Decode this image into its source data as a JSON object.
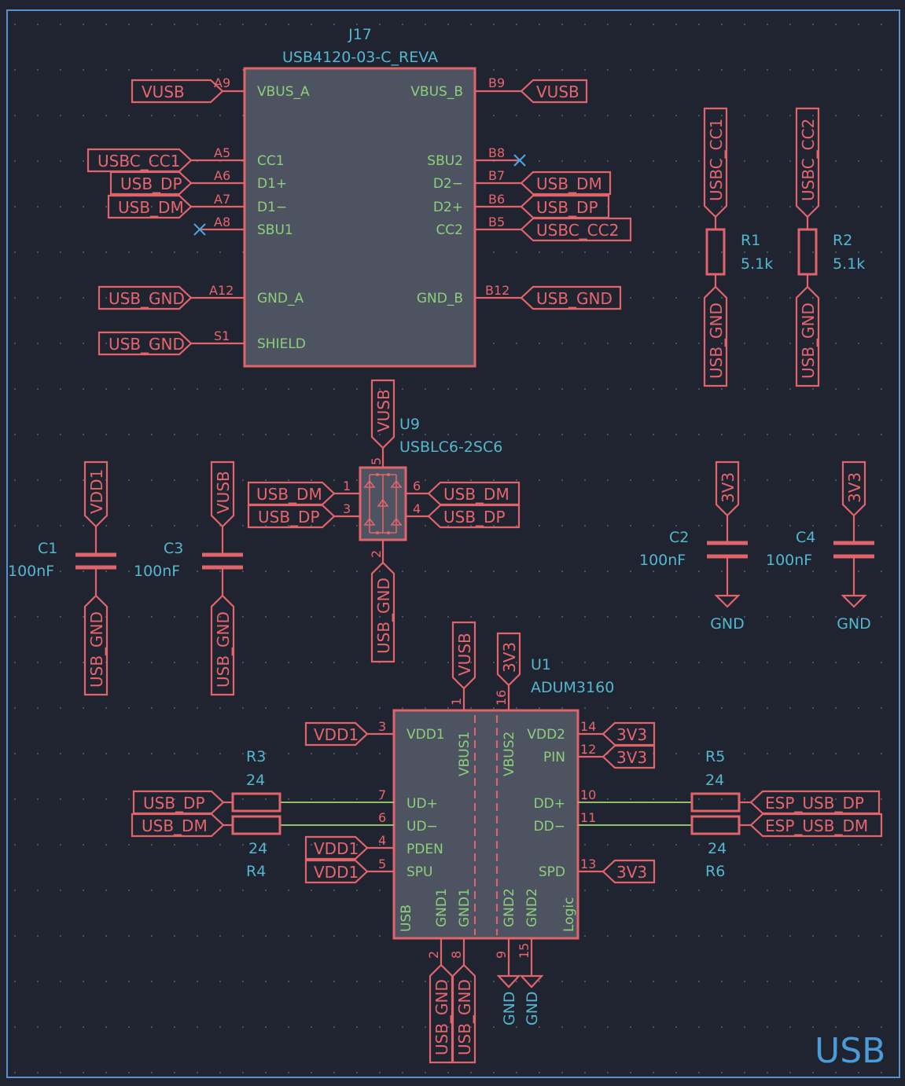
{
  "sheet_title": "USB",
  "j17": {
    "ref": "J17",
    "value": "USB4120-03-C_REVA",
    "pins_left": [
      {
        "num": "A9",
        "name": "VBUS_A",
        "net": "VUSB"
      },
      {
        "num": "A5",
        "name": "CC1",
        "net": "USBC_CC1"
      },
      {
        "num": "A6",
        "name": "D1+",
        "net": "USB_DP"
      },
      {
        "num": "A7",
        "name": "D1−",
        "net": "USB_DM"
      },
      {
        "num": "A8",
        "name": "SBU1",
        "net": ""
      },
      {
        "num": "A12",
        "name": "GND_A",
        "net": "USB_GND"
      },
      {
        "num": "S1",
        "name": "SHIELD",
        "net": "USB_GND"
      }
    ],
    "pins_right": [
      {
        "num": "B9",
        "name": "VBUS_B",
        "net": "VUSB"
      },
      {
        "num": "B8",
        "name": "SBU2",
        "net": ""
      },
      {
        "num": "B7",
        "name": "D2−",
        "net": "USB_DM"
      },
      {
        "num": "B6",
        "name": "D2+",
        "net": "USB_DP"
      },
      {
        "num": "B5",
        "name": "CC2",
        "net": "USBC_CC2"
      },
      {
        "num": "B12",
        "name": "GND_B",
        "net": "USB_GND"
      }
    ]
  },
  "r1": {
    "ref": "R1",
    "value": "5.1k",
    "top_net": "USBC_CC1",
    "bottom_net": "USB_GND"
  },
  "r2": {
    "ref": "R2",
    "value": "5.1k",
    "top_net": "USBC_CC2",
    "bottom_net": "USB_GND"
  },
  "u9": {
    "ref": "U9",
    "value": "USBLC6-2SC6",
    "pin5": "5",
    "pin2": "2",
    "pin1": "1",
    "pin3": "3",
    "pin6": "6",
    "pin4": "4",
    "top_net": "VUSB",
    "bottom_net": "USB_GND",
    "left_nets": [
      "USB_DM",
      "USB_DP"
    ],
    "right_nets": [
      "USB_DM",
      "USB_DP"
    ]
  },
  "c1": {
    "ref": "C1",
    "value": "100nF",
    "top_net": "VDD1",
    "bottom_net": "USB_GND"
  },
  "c3": {
    "ref": "C3",
    "value": "100nF",
    "top_net": "VUSB",
    "bottom_net": "USB_GND"
  },
  "c2": {
    "ref": "C2",
    "value": "100nF",
    "top_net": "3V3",
    "gnd": "GND"
  },
  "c4": {
    "ref": "C4",
    "value": "100nF",
    "top_net": "3V3",
    "gnd": "GND"
  },
  "u1": {
    "ref": "U1",
    "value": "ADUM3160",
    "left_pins": [
      {
        "num": "3",
        "name": "VDD1",
        "net": "VDD1"
      },
      {
        "num": "7",
        "name": "UD+",
        "net": ""
      },
      {
        "num": "6",
        "name": "UD−",
        "net": ""
      },
      {
        "num": "4",
        "name": "PDEN",
        "net": "VDD1"
      },
      {
        "num": "5",
        "name": "SPU",
        "net": "VDD1"
      }
    ],
    "right_pins": [
      {
        "num": "14",
        "name": "VDD2",
        "net": "3V3"
      },
      {
        "num": "12",
        "name": "PIN",
        "net": "3V3"
      },
      {
        "num": "10",
        "name": "DD+",
        "net": ""
      },
      {
        "num": "11",
        "name": "DD−",
        "net": ""
      },
      {
        "num": "13",
        "name": "SPD",
        "net": "3V3"
      }
    ],
    "top_pins": [
      {
        "num": "1",
        "name": "VBUS1",
        "net": "VUSB"
      },
      {
        "num": "16",
        "name": "VBUS2",
        "net": "3V3"
      }
    ],
    "bottom_pins": [
      {
        "num": "2",
        "name": "GND1",
        "net": "USB_GND"
      },
      {
        "num": "8",
        "name": "GND1",
        "net": "USB_GND"
      },
      {
        "num": "9",
        "name": "GND2",
        "net": "GND"
      },
      {
        "num": "15",
        "name": "GND2",
        "net": "GND"
      }
    ],
    "side_left": "USB",
    "side_right": "Logic"
  },
  "r3": {
    "ref": "R3",
    "value": "24",
    "net": "USB_DP"
  },
  "r4": {
    "ref": "R4",
    "value": "24",
    "net": "USB_DM"
  },
  "r5": {
    "ref": "R5",
    "value": "24",
    "net": "ESP_USB_DP"
  },
  "r6": {
    "ref": "R6",
    "value": "24",
    "net": "ESP_USB_DM"
  }
}
